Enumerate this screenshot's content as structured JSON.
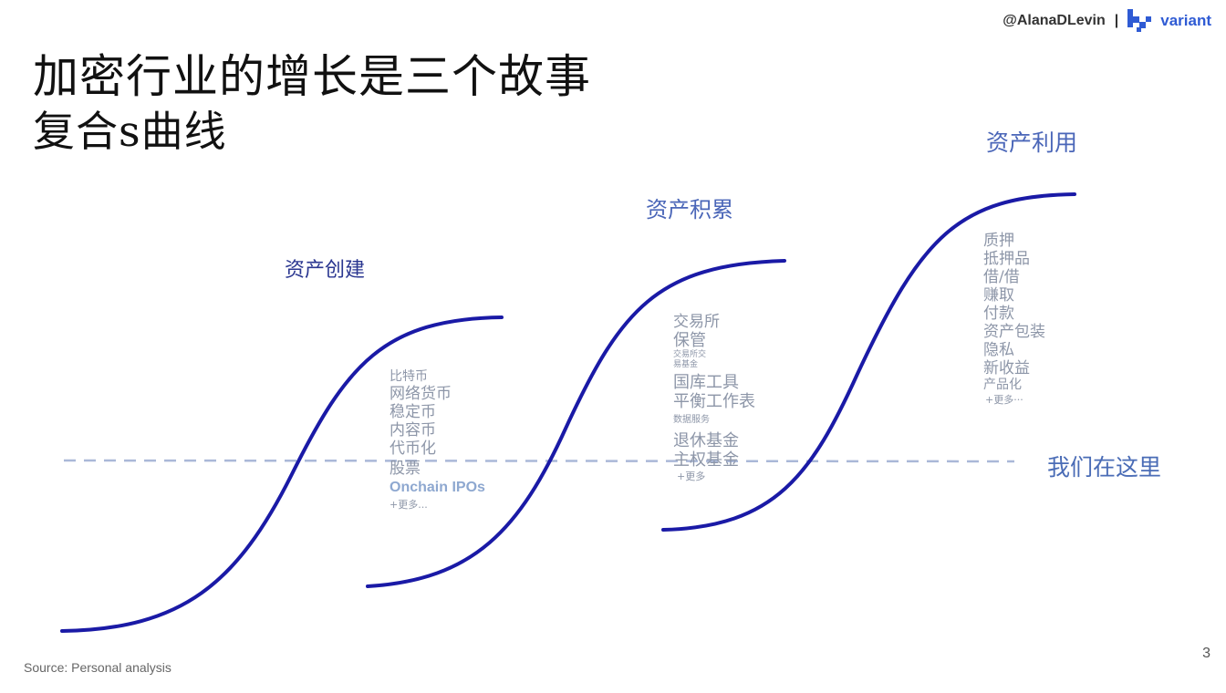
{
  "header": {
    "handle": "@AlanaDLevin",
    "separator": "|",
    "brand": "variant",
    "brand_color": "#2f5bd4"
  },
  "title": {
    "line1": "加密行业的增长是三个故事",
    "line2": "复合s曲线"
  },
  "diagram": {
    "type": "compound-s-curves",
    "curve_color": "#1a1aa6",
    "dashed_line_color": "#aab8d8",
    "marker_label": "我们在这里",
    "stages": [
      {
        "label": "资产创建",
        "items": [
          "比特币",
          "网络货币",
          "稳定币",
          "内容币",
          "代币化",
          "股票",
          "Onchain IPOs",
          "+更多..."
        ]
      },
      {
        "label": "资产积累",
        "items": [
          "交易所",
          "保管",
          "交易所交",
          "易基金",
          "国库工具",
          "平衡工作表",
          "数据服务",
          "退休基金",
          "主权基金",
          "+更多"
        ]
      },
      {
        "label": "资产利用",
        "items": [
          "质押",
          "抵押品",
          "借/借",
          "赚取",
          "付款",
          "资产包装",
          "隐私",
          "新收益",
          "产品化",
          "+更多···"
        ]
      }
    ]
  },
  "footer": {
    "source": "Source: Personal analysis",
    "page_number": "3"
  }
}
